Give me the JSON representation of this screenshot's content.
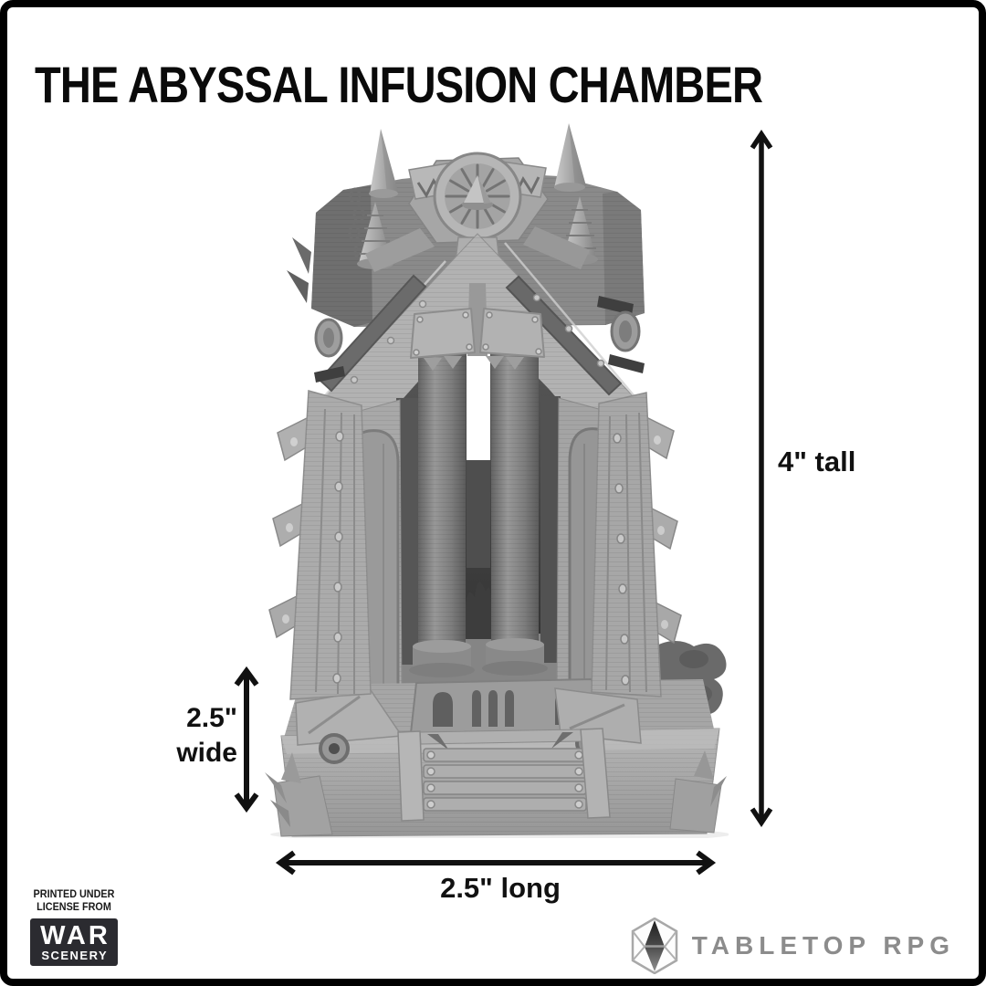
{
  "page": {
    "title": "THE ABYSSAL INFUSION CHAMBER",
    "background_color": "#ffffff",
    "frame_border_color": "#000000"
  },
  "product": {
    "name": "The Abyssal Infusion Chamber",
    "image_alt": "Gray 3D-printed gothic infusion chamber terrain piece: spiked crown with radial medallion, A-frame gable, twin interior columns, spiked side buttresses and stepped slatted base",
    "palette": {
      "highlight": "#d2d2d2",
      "light": "#b4b4b4",
      "mid": "#9a9a9a",
      "dark": "#6e6e6e",
      "shadow": "#3f3f3f"
    }
  },
  "dimensions": {
    "tall": "4\" tall",
    "wide_line1": "2.5\"",
    "wide_line2": "wide",
    "long": "2.5\" long",
    "arrow_color": "#111111"
  },
  "license": {
    "line1": "PRINTED UNDER",
    "line2": "LICENSE FROM",
    "brand_name_top": "WAR",
    "brand_name_bottom": "SCENERY",
    "badge_bg": "#2b2b30",
    "badge_text_color": "#ffffff"
  },
  "publisher": {
    "name": "TABLETOP RPG",
    "text_color": "#8c8c8c",
    "icon": "hex-gem-icon"
  }
}
